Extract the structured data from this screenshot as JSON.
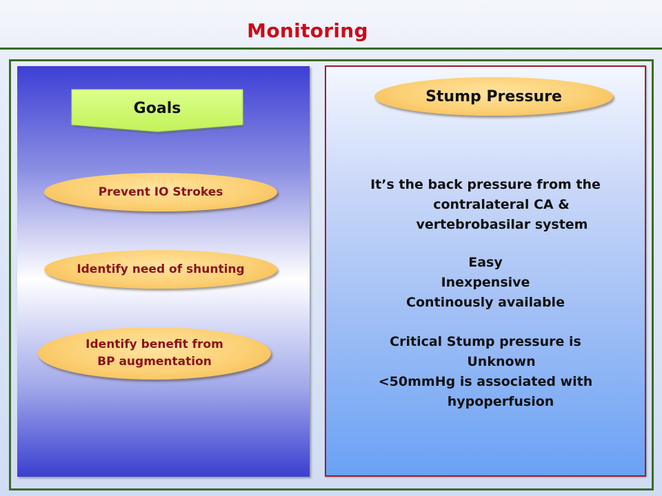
{
  "slide": {
    "title": "Monitoring"
  },
  "left": {
    "goals_label": "Goals",
    "goals": [
      {
        "lines": [
          "Prevent IO Strokes"
        ]
      },
      {
        "lines": [
          "Identify need of shunting"
        ]
      },
      {
        "lines": [
          "Identify benefit from",
          "BP augmentation"
        ]
      }
    ]
  },
  "right": {
    "heading": "Stump Pressure",
    "definition": [
      "It’s the back pressure from the",
      "contralateral CA &",
      "vertebrobasilar system"
    ],
    "advantages": [
      "Easy",
      "Inexpensive",
      "Continously available"
    ],
    "critical": [
      "Critical Stump pressure is",
      "Unknown",
      "<50mmHg is associated with",
      "hypoperfusion"
    ]
  },
  "colors": {
    "title": "#cc0a1a",
    "goal_text": "#8c1218",
    "frame": "#3b6b28",
    "goals_box": "#ccff66",
    "pill": "#fcd074",
    "right_border": "#9a1e2e"
  }
}
